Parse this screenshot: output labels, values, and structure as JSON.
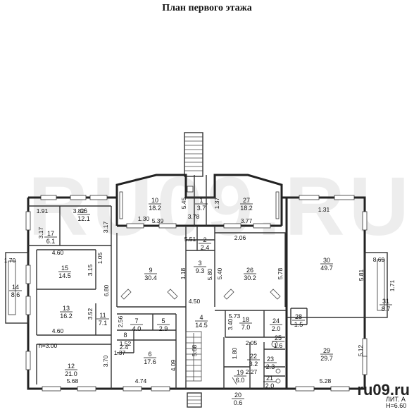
{
  "title": "План первого этажа",
  "watermark": "RU09.RU",
  "site": "ru09.ru",
  "litera": [
    "ЛИТ. А",
    "H=6.60"
  ],
  "rooms": [
    {
      "num": "1",
      "area": "3.7"
    },
    {
      "num": "2",
      "area": "2.4"
    },
    {
      "num": "3",
      "area": "9.3"
    },
    {
      "num": "4",
      "area": "14.5"
    },
    {
      "num": "5",
      "area": "2.9"
    },
    {
      "num": "6",
      "area": "17.6"
    },
    {
      "num": "7",
      "area": "4.0"
    },
    {
      "num": "8",
      "area": ""
    },
    {
      "num": "9",
      "area": "30.4"
    },
    {
      "num": "10",
      "area": "18.2"
    },
    {
      "num": "11",
      "area": "7.1"
    },
    {
      "num": "12",
      "area": "21.0"
    },
    {
      "num": "13",
      "area": "16.2"
    },
    {
      "num": "14",
      "area": "8.6"
    },
    {
      "num": "15",
      "area": "14.5"
    },
    {
      "num": "16",
      "area": "12.1"
    },
    {
      "num": "17",
      "area": "6.1"
    },
    {
      "num": "18",
      "area": "7.0"
    },
    {
      "num": "19",
      "area": "6.0"
    },
    {
      "num": "20",
      "area": "0.6"
    },
    {
      "num": "21",
      "area": "2.0"
    },
    {
      "num": "22",
      "area": "3.2"
    },
    {
      "num": "23",
      "area": "2.3"
    },
    {
      "num": "24",
      "area": "2.0"
    },
    {
      "num": "25",
      "area": "1.6"
    },
    {
      "num": "26",
      "area": "30.2"
    },
    {
      "num": "27",
      "area": "18.2"
    },
    {
      "num": "28",
      "area": "1.5"
    },
    {
      "num": "29",
      "area": "29.7"
    },
    {
      "num": "30",
      "area": "49.7"
    },
    {
      "num": "31",
      "area": "8.7"
    }
  ],
  "extra_labels": {
    "room8_area_part": "2.4",
    "ceiling_height": "h=3.00"
  },
  "dimensions": [
    "1.91",
    "3.82",
    "3.17",
    "3.17",
    "4.60",
    "1.05",
    "3.15",
    "6.80",
    "3.52",
    "4.60",
    "1.70",
    "5.68",
    "3.70",
    "4.74",
    "4.09",
    "5.68",
    "2.56",
    "1.52",
    "1.37",
    "1.30",
    "5.39",
    "5.45",
    "3.78",
    "1.37",
    "3.77",
    "5.51",
    "1.18",
    "5.80",
    "4.50",
    "2.06",
    "5.40",
    "5.78",
    "5.73",
    "3.40",
    "2.05",
    "1.80",
    "2.27",
    "1.31",
    "5.81",
    "8.69",
    "1.71",
    "5.12",
    "5.28",
    "5.80"
  ]
}
